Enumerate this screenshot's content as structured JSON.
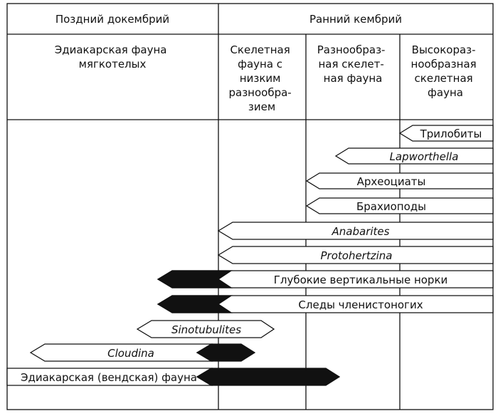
{
  "eras": [
    {
      "key": "late",
      "label": "Поздний докембрий"
    },
    {
      "key": "early",
      "label": "Ранний кембрий"
    }
  ],
  "faunas": [
    {
      "key": "ediacaran",
      "lines": [
        "Эдиакарская фауна",
        "мягкотелых"
      ]
    },
    {
      "key": "low",
      "lines": [
        "Скелетная",
        "фауна с",
        "низким",
        "разнообра-",
        "зием"
      ]
    },
    {
      "key": "diverse",
      "lines": [
        "Разнообраз-",
        "ная скелет-",
        "ная фауна"
      ]
    },
    {
      "key": "high",
      "lines": [
        "Высокораз-",
        "нообразная",
        "скелетная",
        "фауна"
      ]
    }
  ],
  "taxa": [
    {
      "key": "trilobites",
      "label": "Трилобиты",
      "italic": false
    },
    {
      "key": "lapworthella",
      "label": "Lapworthella",
      "italic": true
    },
    {
      "key": "archaeocyatha",
      "label": "Археоциаты",
      "italic": false
    },
    {
      "key": "brachiopods",
      "label": "Брахиоподы",
      "italic": false
    },
    {
      "key": "anabarites",
      "label": "Anabarites",
      "italic": true
    },
    {
      "key": "protohertzina",
      "label": "Protohertzina",
      "italic": true
    },
    {
      "key": "burrows",
      "label": "Глубокие вертикальные норки",
      "italic": false
    },
    {
      "key": "arthropod-traces",
      "label": "Следы членистоногих",
      "italic": false
    },
    {
      "key": "sinotubulites",
      "label": "Sinotubulites",
      "italic": true
    },
    {
      "key": "cloudina",
      "label": "Cloudina",
      "italic": true
    },
    {
      "key": "ediacaran-fauna",
      "label": "Эдиакарская (вендская) фауна",
      "italic": false
    }
  ],
  "colors": {
    "line": "#111111",
    "fill_dark": "#111111",
    "fill_light": "#ffffff"
  }
}
